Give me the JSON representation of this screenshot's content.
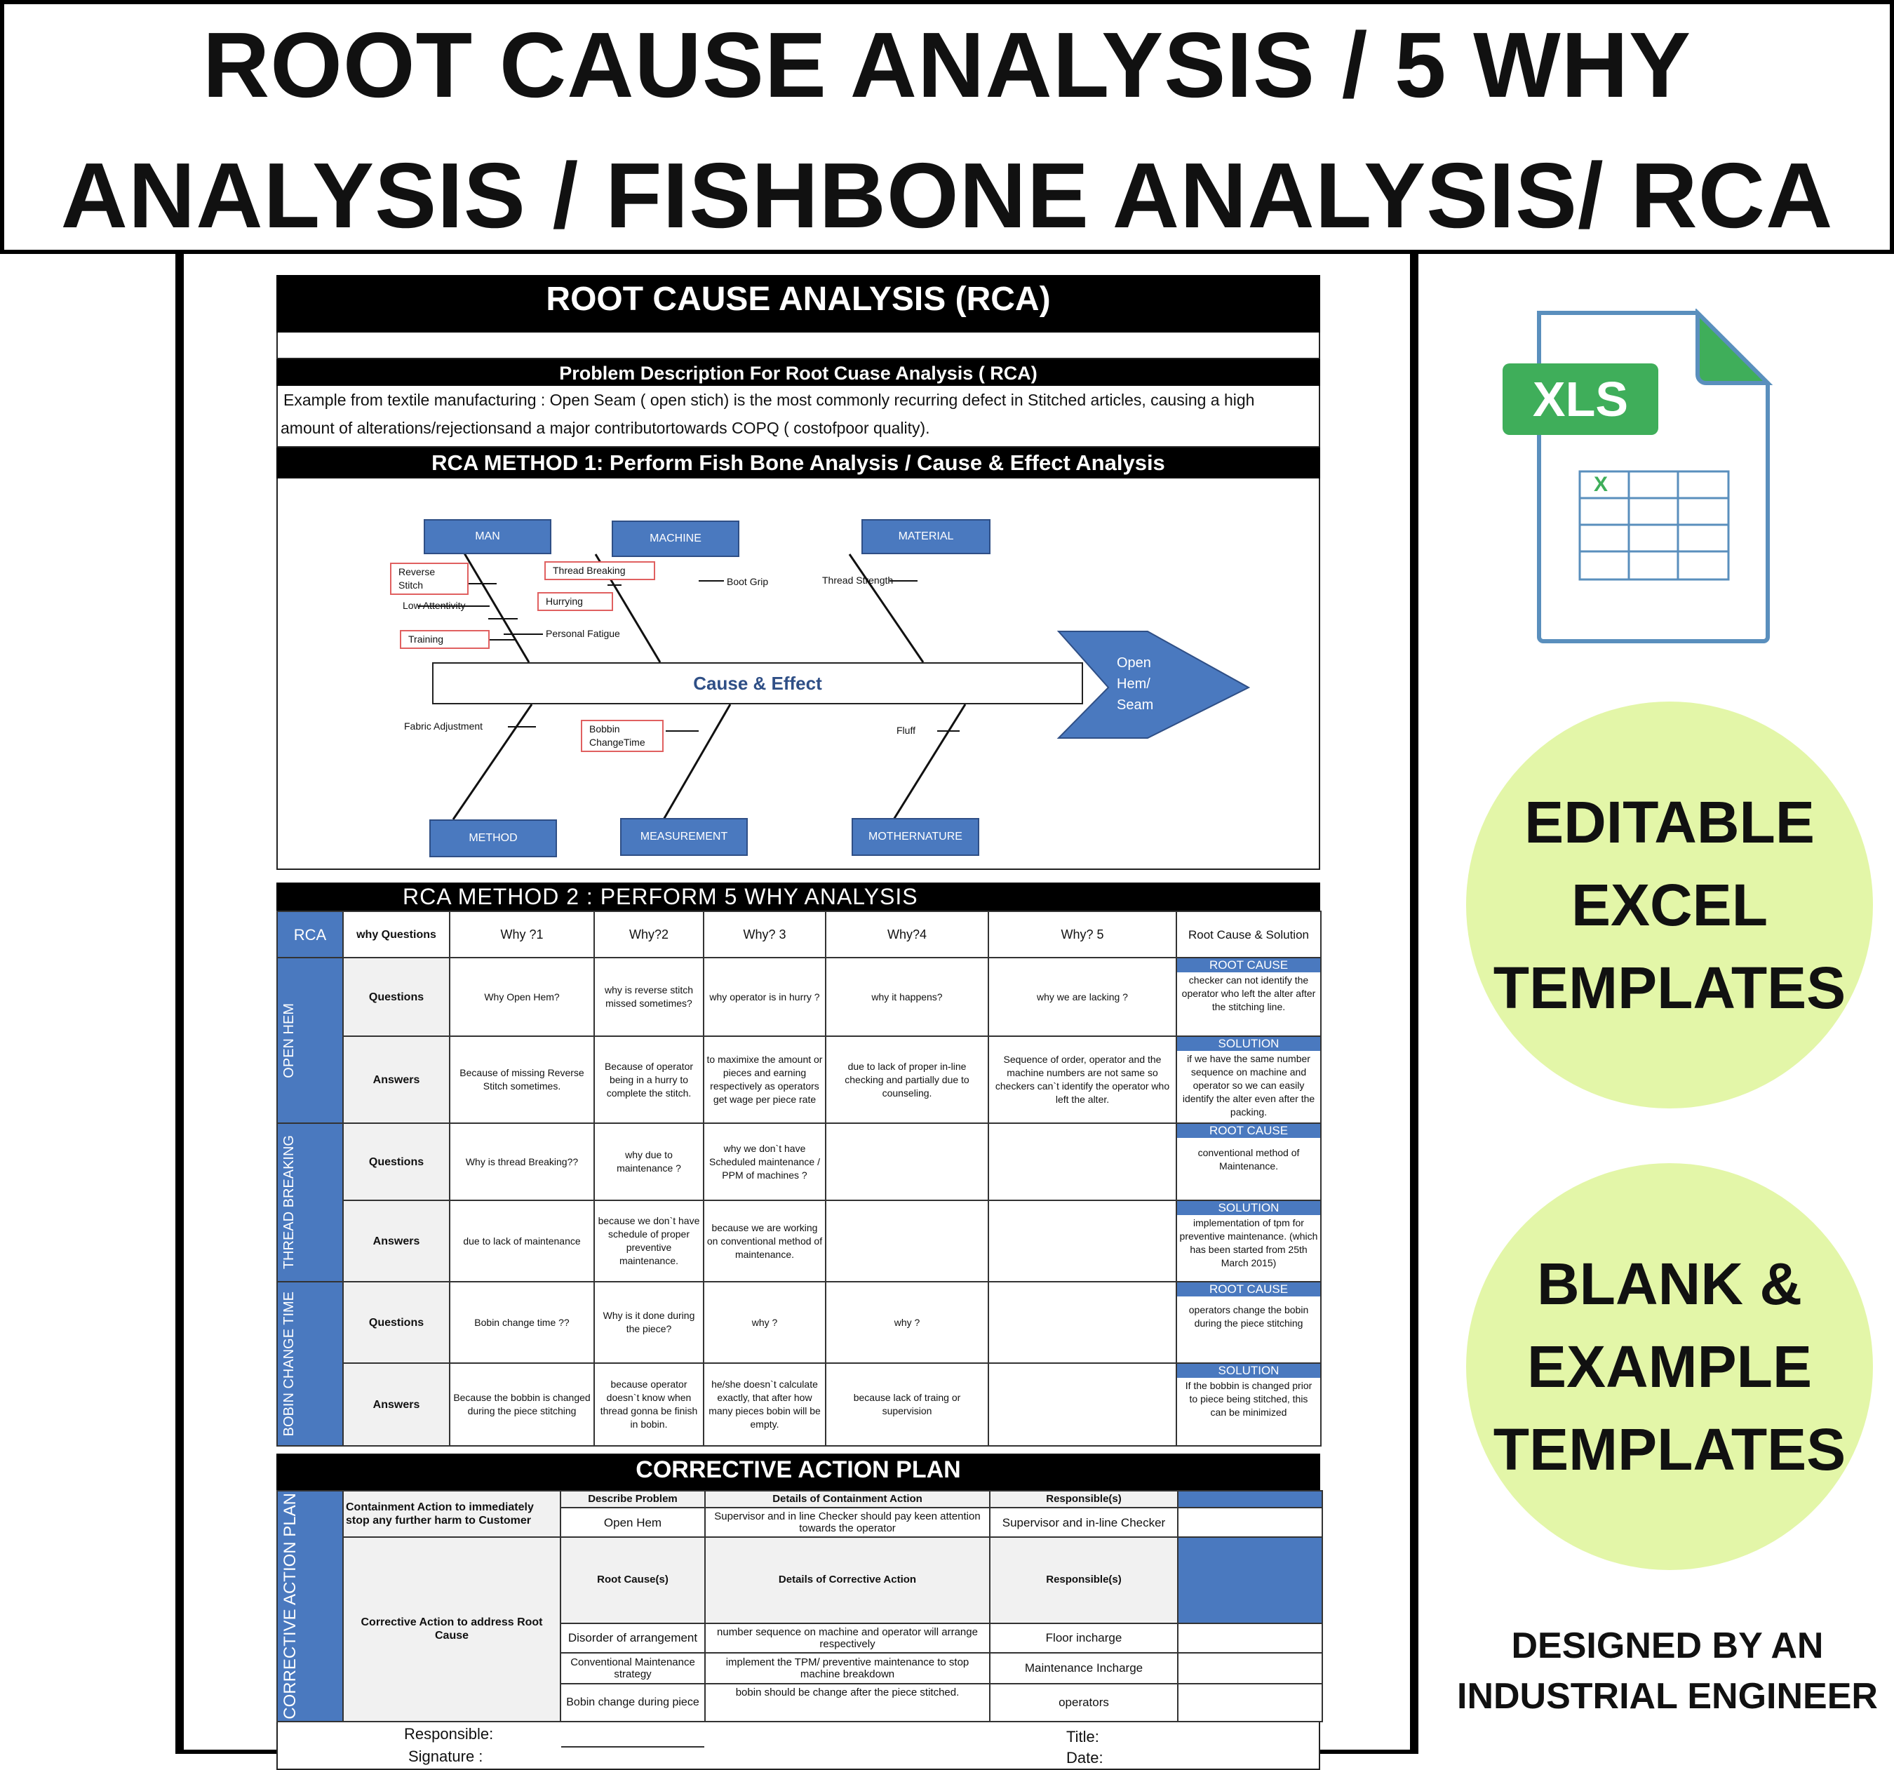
{
  "banner": {
    "line1": "ROOT CAUSE ANALYSIS / 5 WHY",
    "line2": "ANALYSIS / FISHBONE ANALYSIS/ RCA"
  },
  "sheet": {
    "title": "ROOT CAUSE ANALYSIS (RCA)",
    "problem_heading": "Problem Description For Root Cuase Analysis ( RCA)",
    "problem_text_1": "Example from textile manufacturing : Open Seam ( open stich) is the most commonly recurring defect in Stitched articles, causing a high",
    "problem_text_2": "amount of alterations/rejectionsand a major contributortowards COPQ ( costofpoor quality).",
    "method1_heading": "RCA METHOD 1: Perform Fish Bone Analysis / Cause & Effect Analysis",
    "method2_heading": "RCA METHOD 2 : PERFORM 5 WHY ANALYSIS",
    "cap_heading": "CORRECTIVE ACTION PLAN"
  },
  "fishbone": {
    "categories": {
      "man": "MAN",
      "machine": "MACHINE",
      "material": "MATERIAL",
      "method": "METHOD",
      "measurement": "MEASUREMENT",
      "mothernature": "MOTHERNATURE"
    },
    "spine_label": "Cause & Effect",
    "effect": [
      "Open",
      "Hem/",
      "Seam"
    ],
    "causes": {
      "reverse_stitch": [
        "Reverse",
        "Stitch"
      ],
      "low_attentivity": "Low Attentivity",
      "training": "Training",
      "thread_breaking": "Thread Breaking",
      "hurrying": "Hurrying",
      "personal_fatigue": "Personal Fatigue",
      "boot_grip": "Boot Grip",
      "thread_strength": "Thread Strength",
      "fabric_adjustment": "Fabric Adjustment",
      "bobbin_change": [
        "Bobbin",
        "ChangeTime"
      ],
      "fluff": "Fluff"
    }
  },
  "five_why": {
    "headers": [
      "RCA",
      "why Questions",
      "Why ?1",
      "Why?2",
      "Why? 3",
      "Why?4",
      "Why? 5",
      "Root Cause & Solution"
    ],
    "root_cause_label": "ROOT CAUSE",
    "solution_label": "SOLUTION",
    "questions_label": "Questions",
    "answers_label": "Answers",
    "groups": [
      {
        "name": "OPEN HEM",
        "questions": [
          "Why Open Hem?",
          "why is reverse stitch missed sometimes?",
          "why operator is in hurry ?",
          "why it happens?",
          "why we are lacking ?"
        ],
        "answers": [
          "Because of missing Reverse Stitch sometimes.",
          "Because of operator being in a hurry to complete the stitch.",
          "to maximixe the amount or pieces and earning respectively as operators get wage per piece rate",
          "due to lack of proper in-line checking and partially due to counseling.",
          "Sequence of order, operator and the machine numbers are not same so checkers can`t identify the operator who left the alter."
        ],
        "root_cause": "checker can not identify the operator who left the alter after the stitching line.",
        "solution": "if we have the same number sequence on machine and operator so we can easily identify the alter even after the packing."
      },
      {
        "name": "THREAD BREAKING",
        "questions": [
          "Why is thread Breaking??",
          "why due to maintenance ?",
          "why we don`t have Scheduled maintenance / PPM of machines ?",
          "",
          ""
        ],
        "answers": [
          "due to lack of maintenance",
          "because we don`t have schedule of proper preventive maintenance.",
          "because we are working on conventional method of maintenance.",
          "",
          ""
        ],
        "root_cause": "conventional method of Maintenance.",
        "solution": "implementation of tpm for preventive maintenance. (which has been started from 25th March 2015)"
      },
      {
        "name": "BOBIN CHANGE TIME",
        "questions": [
          "Bobin change time ??",
          "Why is it done during the piece?",
          "why ?",
          "why ?",
          ""
        ],
        "answers": [
          "Because the bobbin is changed during the piece stitching",
          "because operator doesn`t know when thread gonna be finish in bobin.",
          "he/she doesn`t calculate exactly, that after how many pieces bobin will be empty.",
          "because lack of traing or supervision",
          ""
        ],
        "root_cause": "operators change the bobin during the piece stitching",
        "solution": "If the bobbin is changed prior to piece being stitched, this can be minimized"
      }
    ]
  },
  "cap": {
    "side_label": "CORRECTIVE ACTION PLAN",
    "containment_label": "Containment Action to immediately stop any further harm to Customer",
    "corrective_label": "Corrective Action to address Root Cause",
    "describe_problem": "Describe Problem",
    "details_containment": "Details of Containment Action",
    "responsible_head": "Responsible(s)",
    "problem": "Open Hem",
    "containment_detail": "Supervisor and in line Checker should pay keen attention towards the operator",
    "containment_resp": "Supervisor and in-line Checker",
    "root_causes_head": "Root Cause(s)",
    "details_corrective": "Details of Corrective Action",
    "rows": [
      {
        "cause": "Disorder of arrangement",
        "action": "number sequence on machine and operator will arrange respectively",
        "resp": "Floor incharge"
      },
      {
        "cause": "Conventional Maintenance strategy",
        "action": "implement the TPM/ preventive maintenance to stop machine breakdown",
        "resp": "Maintenance Incharge"
      },
      {
        "cause": "Bobin change during piece",
        "action": "bobin should be change after the piece stitched.",
        "resp": "operators"
      }
    ],
    "responsible": "Responsible:",
    "signature": "Signature :",
    "title": "Title:",
    "date": "Date:"
  },
  "xls_icon": {
    "badge": "XLS",
    "cell_mark": "X",
    "colors": {
      "green": "#3fae5a",
      "blue": "#5a8fbd"
    }
  },
  "badges": {
    "editable": [
      "EDITABLE",
      "EXCEL",
      "TEMPLATES"
    ],
    "blank": [
      "BLANK &",
      "EXAMPLE",
      "TEMPLATES"
    ]
  },
  "designer": [
    "DESIGNED BY AN",
    "INDUSTRIAL ENGINEER"
  ]
}
